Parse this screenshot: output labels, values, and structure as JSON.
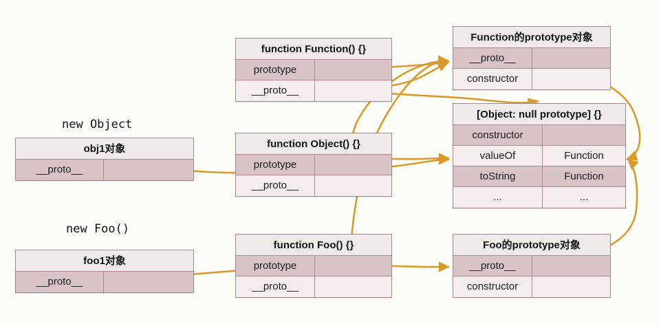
{
  "diagram": {
    "title": "JavaScript prototype chain diagram",
    "background_color": "#fdfdf8",
    "arrow_color": "#d79a2b",
    "box_border_color": "#9b8a90",
    "cell_border_color": "#b1868c",
    "shaded_cell_color": "#d8c3c5",
    "light_cell_color": "#f4eced"
  },
  "captions": {
    "new_object": "new Object",
    "new_foo": "new Foo()"
  },
  "boxes": {
    "obj1": {
      "header": "obj1对象",
      "rows": [
        {
          "key": "__proto__",
          "value": ""
        }
      ]
    },
    "foo1": {
      "header": "foo1对象",
      "rows": [
        {
          "key": "__proto__",
          "value": ""
        }
      ]
    },
    "fn_function": {
      "header": "function Function() {}",
      "rows": [
        {
          "key": "prototype",
          "value": ""
        },
        {
          "key": "__proto__",
          "value": ""
        }
      ]
    },
    "fn_object": {
      "header": "function Object() {}",
      "rows": [
        {
          "key": "prototype",
          "value": ""
        },
        {
          "key": "__proto__",
          "value": ""
        }
      ]
    },
    "fn_foo": {
      "header": "function Foo() {}",
      "rows": [
        {
          "key": "prototype",
          "value": ""
        },
        {
          "key": "__proto__",
          "value": ""
        }
      ]
    },
    "function_proto": {
      "header": "Function的prototype对象",
      "rows": [
        {
          "key": "__proto__",
          "value": ""
        },
        {
          "key": "constructor",
          "value": ""
        }
      ]
    },
    "null_proto": {
      "header": "[Object: null prototype] {}",
      "rows": [
        {
          "key": "constructor",
          "value": ""
        },
        {
          "key": "valueOf",
          "value": "Function"
        },
        {
          "key": "toString",
          "value": "Function"
        },
        {
          "key": "...",
          "value": "..."
        }
      ]
    },
    "foo_proto": {
      "header": "Foo的prototype对象",
      "rows": [
        {
          "key": "__proto__",
          "value": ""
        },
        {
          "key": "constructor",
          "value": ""
        }
      ]
    }
  },
  "links": [
    {
      "from": "obj1.__proto__",
      "to": "null_proto"
    },
    {
      "from": "foo1.__proto__",
      "to": "foo_proto"
    },
    {
      "from": "fn_function.prototype",
      "to": "function_proto"
    },
    {
      "from": "fn_function.__proto__",
      "to": "function_proto"
    },
    {
      "from": "fn_object.prototype",
      "to": "null_proto"
    },
    {
      "from": "fn_object.__proto__",
      "to": "function_proto"
    },
    {
      "from": "fn_foo.prototype",
      "to": "foo_proto"
    },
    {
      "from": "fn_foo.__proto__",
      "to": "function_proto"
    },
    {
      "from": "function_proto.__proto__",
      "to": "null_proto"
    },
    {
      "from": "foo_proto.__proto__",
      "to": "null_proto"
    }
  ]
}
